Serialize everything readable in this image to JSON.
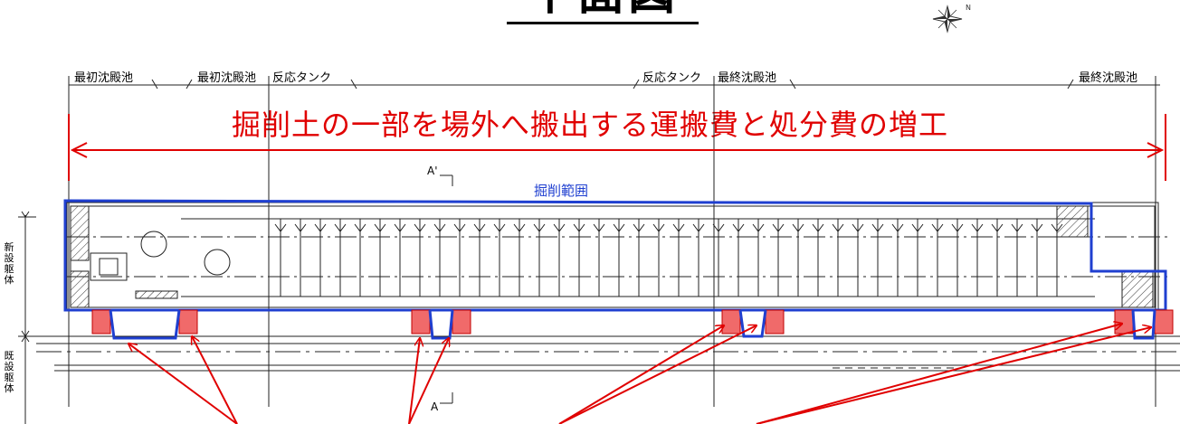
{
  "title": "平面図",
  "section_marks": {
    "top": "A'",
    "bottom": "A"
  },
  "zone_labels": [
    "最初沈殿池",
    "最初沈殿池",
    "反応タンク",
    "反応タンク",
    "最終沈殿池",
    "最終沈殿池"
  ],
  "banner_text": "掘削土の一部を場外へ搬出する運搬費と処分費の増工",
  "excavation_label": "掘削範囲",
  "side_labels": {
    "new_structure": "新設躯体",
    "existing_structure": "既設躯体"
  },
  "colors": {
    "annotation_red": "#e00000",
    "excavation_blue": "#1f3fd0",
    "highlight_fill": "#f06a6a",
    "drawing_line": "#222222"
  },
  "icons": {
    "north_arrow": "compass-rose-icon"
  }
}
